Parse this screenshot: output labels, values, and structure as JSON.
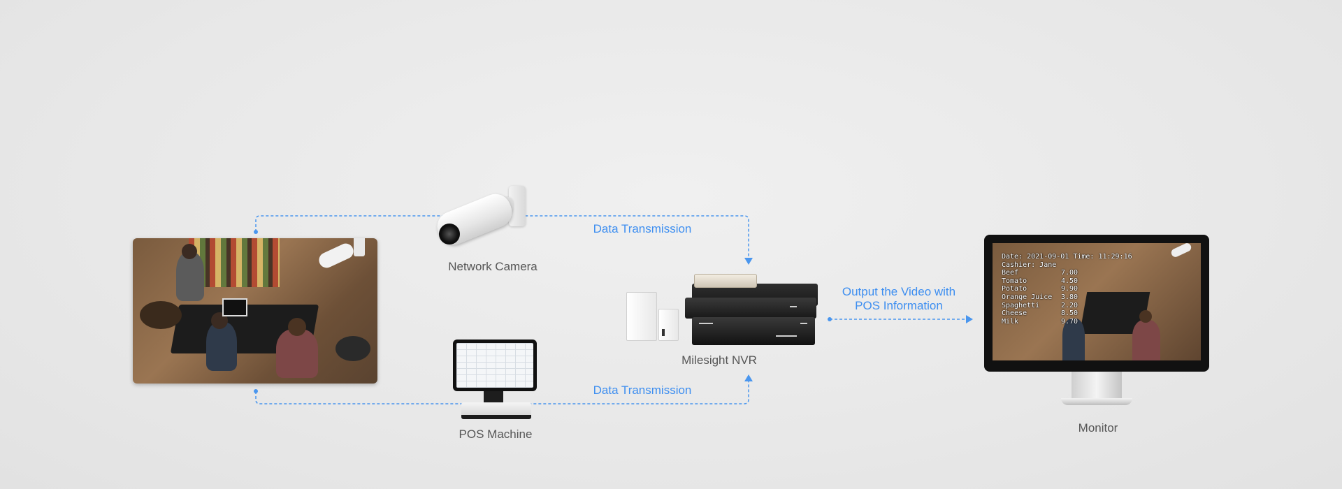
{
  "labels": {
    "network_camera": "Network Camera",
    "pos_machine": "POS Machine",
    "nvr": "Milesight NVR",
    "monitor": "Monitor",
    "data_transmission_top": "Data Transmission",
    "data_transmission_bottom": "Data Transmission",
    "output_line1": "Output the Video with",
    "output_line2": "POS Information"
  },
  "osd": {
    "date": "Date: 2021-09-01",
    "time": "Time: 11:29:16",
    "cashier": "Cashier: Jane",
    "items": [
      {
        "name": "Beef",
        "price": "7.00"
      },
      {
        "name": "Tomato",
        "price": "4.50"
      },
      {
        "name": "Potato",
        "price": "9.90"
      },
      {
        "name": "Orange Juice",
        "price": "3.80"
      },
      {
        "name": "Spaghetti",
        "price": "2.20"
      },
      {
        "name": "Cheese",
        "price": "8.50"
      },
      {
        "name": "Milk",
        "price": "9.70"
      }
    ]
  },
  "colors": {
    "flow_line": "#4a96ee",
    "label_text": "#555555",
    "flow_text": "#3d8ef0",
    "background": "#ebebeb"
  }
}
